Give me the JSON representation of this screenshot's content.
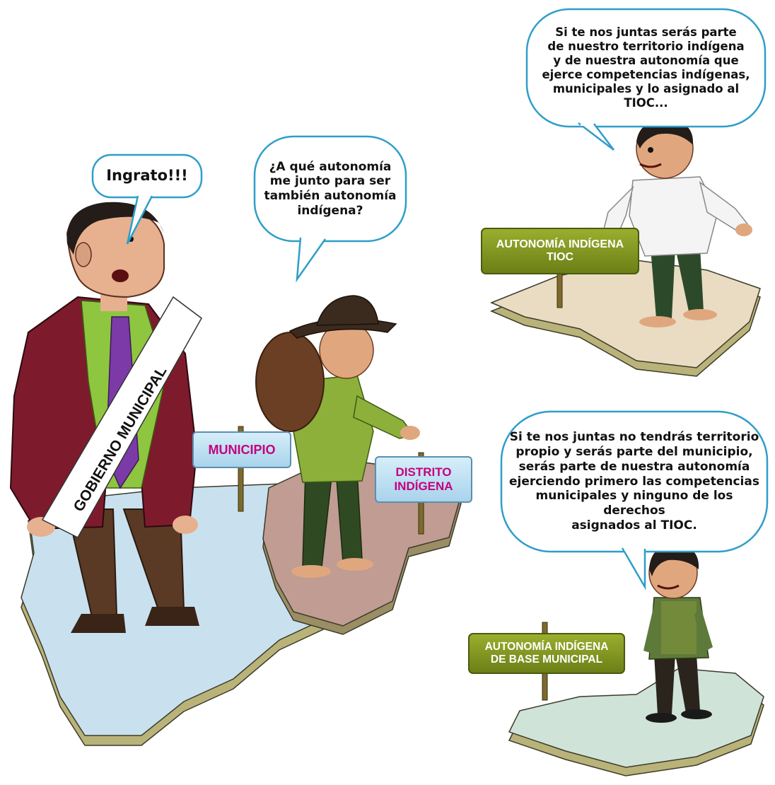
{
  "bubbles": {
    "ingrato": "Ingrato!!!",
    "question": "¿A qué autonomía\nme junto para ser\ntambién autonomía\nindígena?",
    "tioc_offer": "Si te nos juntas serás parte\nde nuestro territorio indígena\ny de nuestra autonomía que\nejerce competencias indígenas,\nmunicipales y lo asignado al TIOC...",
    "municipal_offer": "Si te nos juntas no tendrás territorio\npropio y serás parte del municipio,\nserás parte de nuestra autonomía\nejerciendo primero las competencias\nmunicipales y ninguno de los derechos\nasignados al TIOC."
  },
  "signs": {
    "municipio": "MUNICIPIO",
    "distrito": "DISTRITO\nINDÍGENA",
    "autonomia_tioc": "AUTONOMÍA INDÍGENA\nTIOC",
    "autonomia_base": "AUTONOMÍA INDÍGENA\nDE BASE MUNICIPAL"
  },
  "sash": "GOBIERNO MUNICIPAL",
  "colors": {
    "municipio_map": "#c9e1ee",
    "distrito_map": "#c09c92",
    "tioc_map": "#e9dcc2",
    "base_map": "#cfe3d9",
    "map_edge": "#b9b37a",
    "sign_blue": "#bfe0f3",
    "sign_green": "#7a8f1f",
    "sign_text_magenta": "#c4007f",
    "bubble_border": "#2f9ec9"
  },
  "icons": [
    "mayor-figure",
    "farmer-figure",
    "tioc-leader-figure",
    "base-leader-figure"
  ]
}
